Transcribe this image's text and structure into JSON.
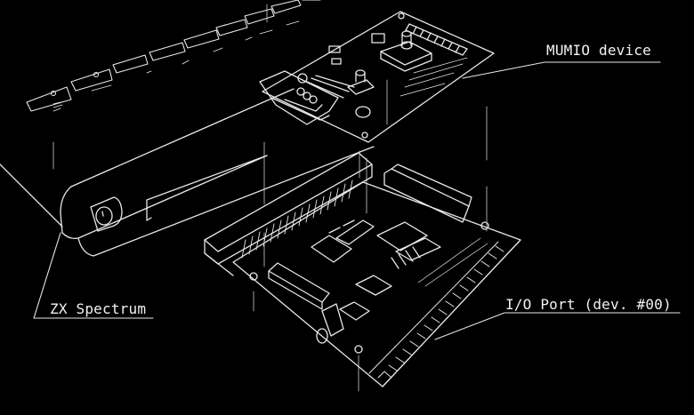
{
  "diagram": {
    "type": "exploded hardware sketch",
    "background_color": "#000000",
    "line_color": "#f2f2f2",
    "labels": {
      "mumio_device": "MUMIO device",
      "zx_spectrum": "ZX Spectrum",
      "io_port": "I/O Port (dev. #00)"
    },
    "components": [
      {
        "id": "zx_spectrum",
        "label": "ZX Spectrum",
        "description": "computer case with keyboard top row and edge connector"
      },
      {
        "id": "mumio_device",
        "label": "MUMIO device",
        "description": "small PCB with DB9 joystick connector, push button, joystick switch and header"
      },
      {
        "id": "io_port",
        "label": "I/O Port (dev. #00)",
        "description": "interface PCB with edge connector, ICs and pin header"
      }
    ]
  }
}
